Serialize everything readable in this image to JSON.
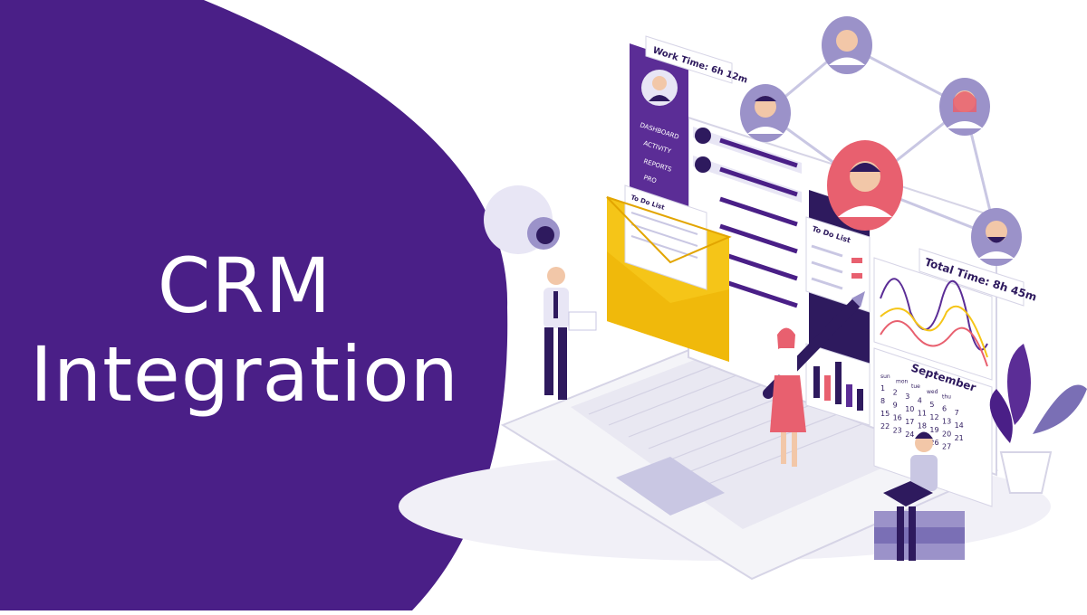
{
  "headline": {
    "line1": "CRM",
    "line2": "Integration"
  },
  "illustration": {
    "work_time": "Work Time: 6h 12m",
    "total_time": "Total Time: 8h 45m",
    "sidebar_menu": [
      "DASHBOARD",
      "ACTIVITY",
      "REPORTS",
      "PRO"
    ],
    "todo_envelope": "To Do List",
    "todo_panel": "To Do List",
    "calendar": {
      "month": "September",
      "weekdays": [
        "sun",
        "mon",
        "tue",
        "wed",
        "thu"
      ],
      "days": [
        "1",
        "2",
        "3",
        "4",
        "5",
        "6",
        "7",
        "8",
        "9",
        "10",
        "11",
        "12",
        "13",
        "14",
        "15",
        "16",
        "17",
        "18",
        "19",
        "20",
        "21",
        "22",
        "23",
        "24",
        "25",
        "26",
        "27"
      ]
    }
  },
  "colors": {
    "brand_purple": "#4a1f87",
    "accent_pink": "#e8606f",
    "accent_yellow": "#f5c518",
    "light_lavender": "#e8e6f5"
  }
}
